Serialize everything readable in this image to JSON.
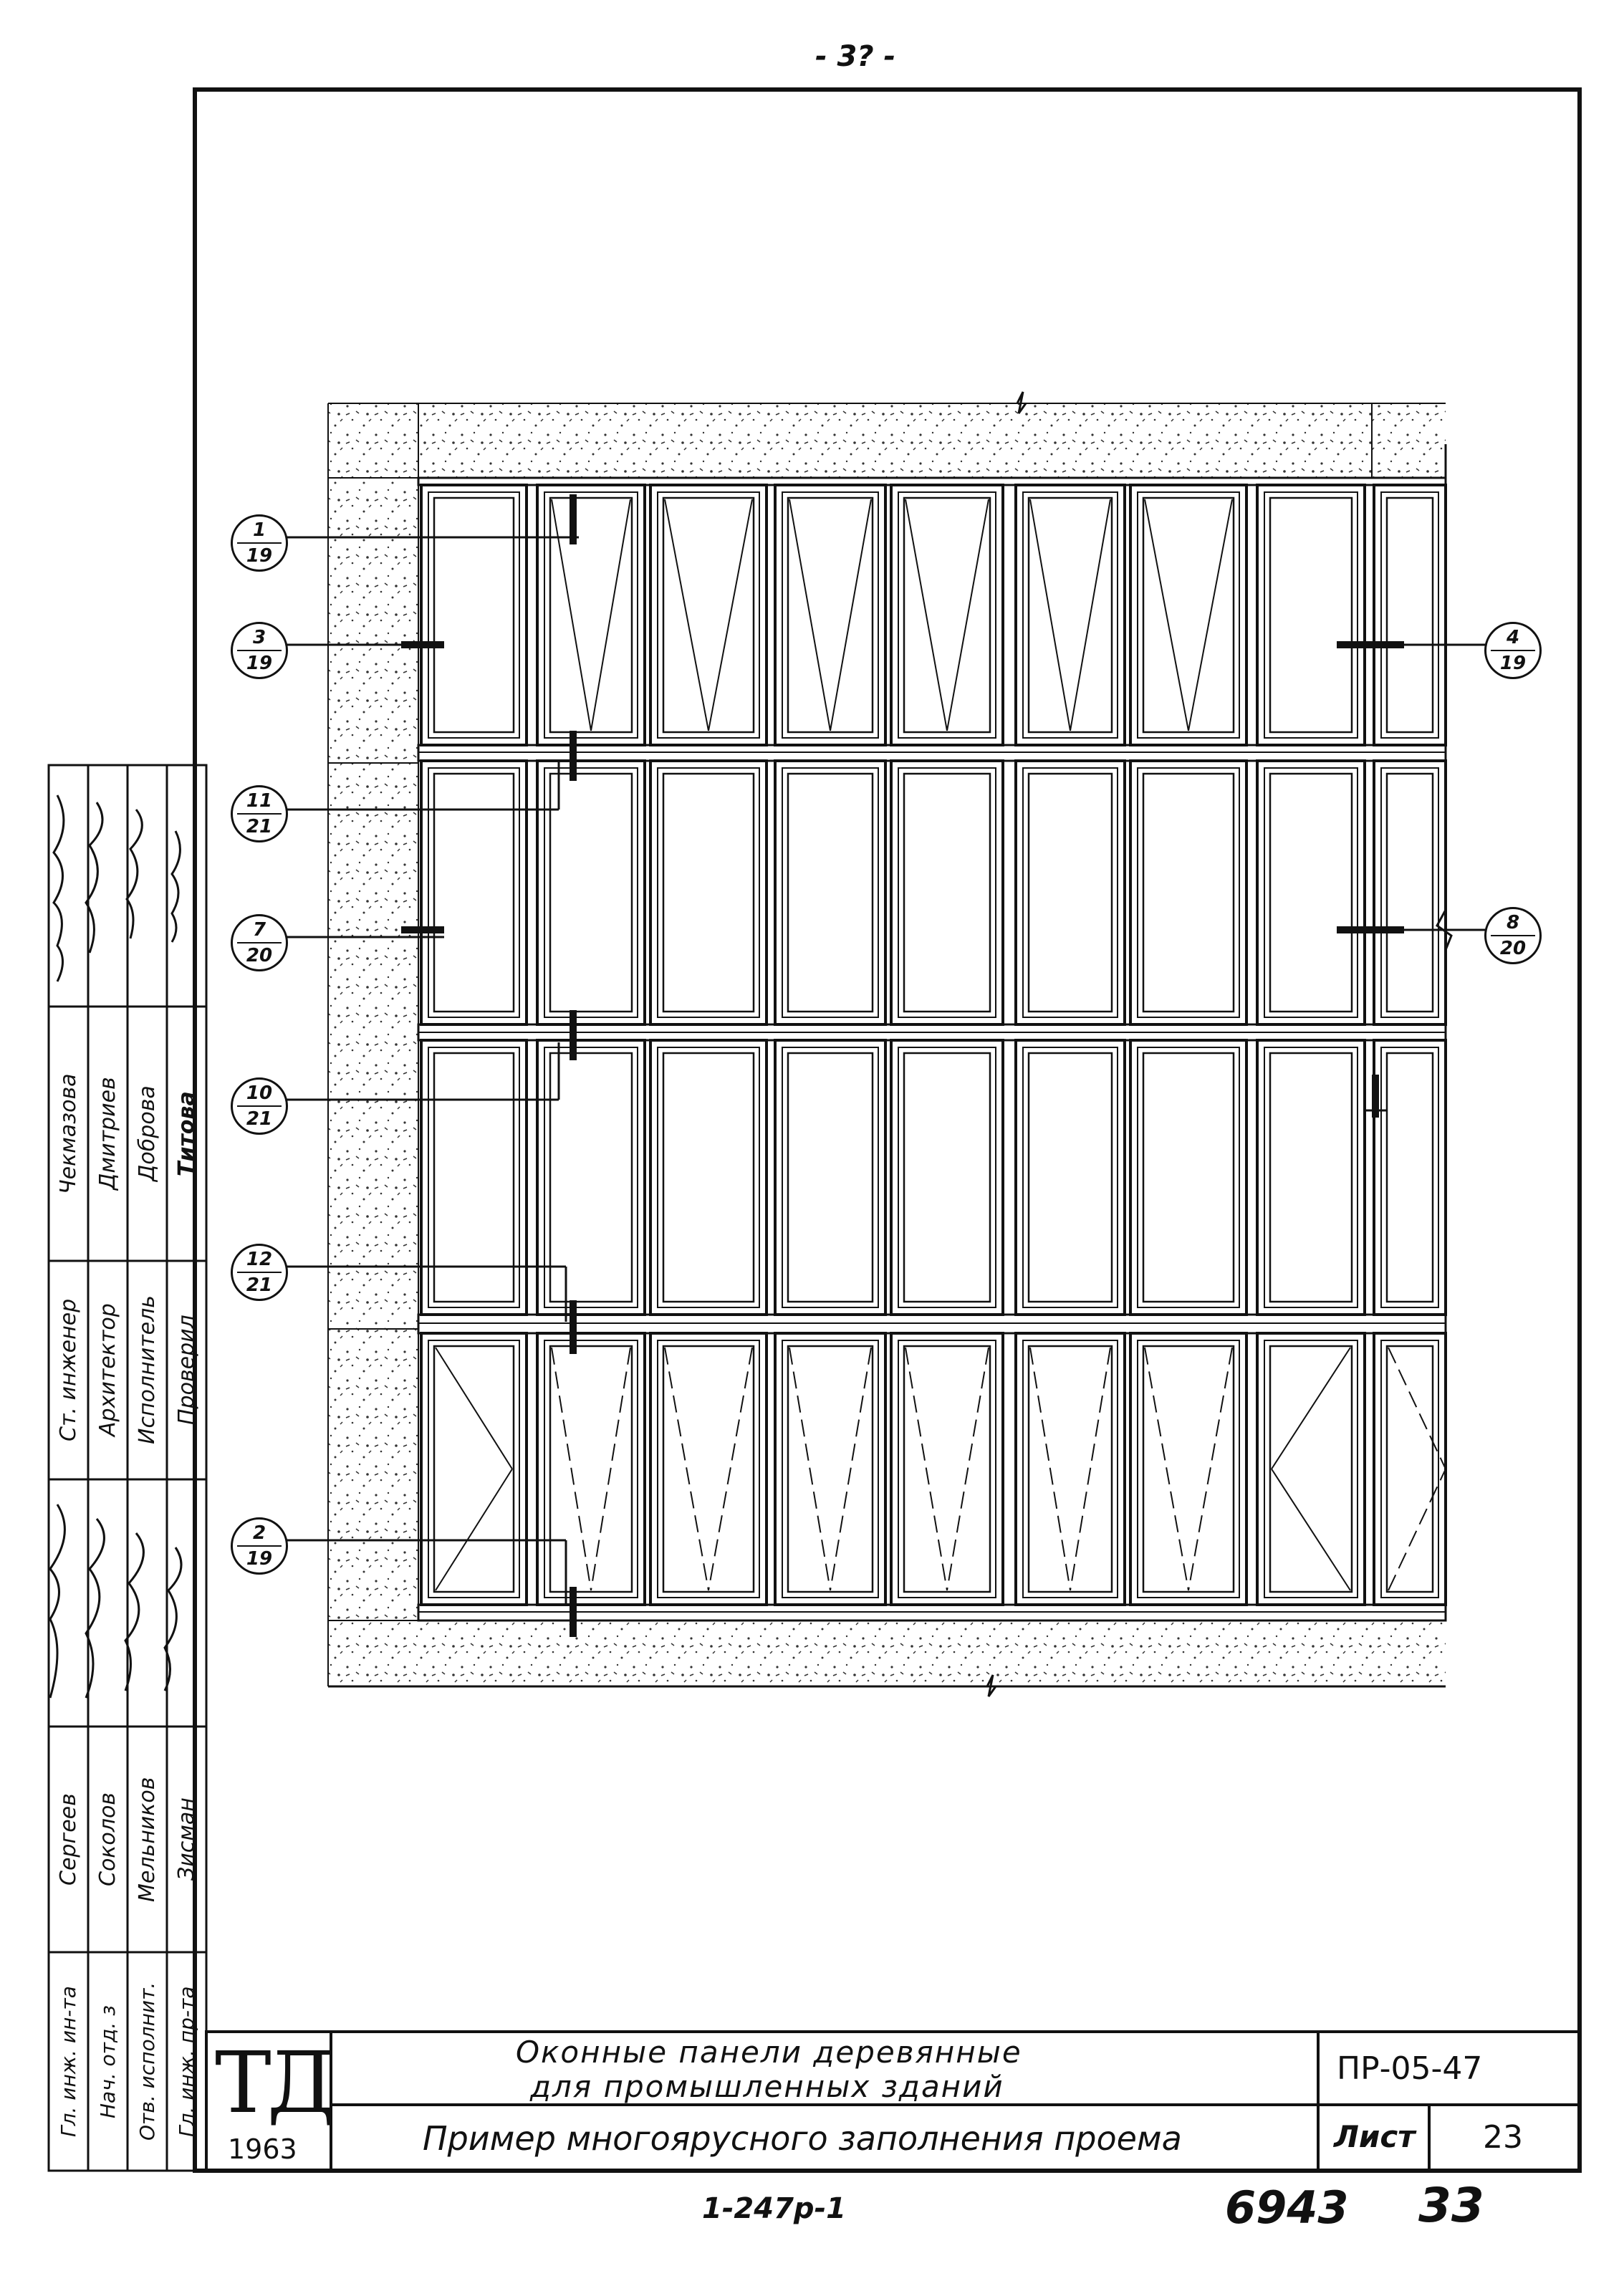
{
  "sheet": {
    "top_number": "- 3? -",
    "bottom_left_code": "1-247р-1",
    "bottom_right_number": "6943",
    "bottom_right_sheet": "33"
  },
  "title_block": {
    "logo": "ТД",
    "year": "1963",
    "title_line1": "Оконные панели деревянные",
    "title_line2": "для промышленных зданий",
    "subtitle": "Пример многоярусного заполнения проема",
    "code": "ПР-05-47",
    "sheet_label": "Лист",
    "sheet_number": "23"
  },
  "stamp_upper": {
    "roles": [
      "Ст. инженер",
      "Архитектор",
      "Исполнитель",
      "Проверил"
    ],
    "names": [
      "Чекмазова",
      "Дмитриев",
      "Доброва",
      "Титова"
    ]
  },
  "stamp_lower": {
    "roles": [
      "Гл. инж. ин-та",
      "Нач. отд. з",
      "Отв. исполнит.",
      "Гл. инж. пр-та"
    ],
    "names": [
      "Сергеев",
      "Соколов",
      "Мельников",
      "Зисман"
    ]
  },
  "callouts": [
    {
      "num": "1",
      "sheet": "19"
    },
    {
      "num": "3",
      "sheet": "19"
    },
    {
      "num": "11",
      "sheet": "21"
    },
    {
      "num": "7",
      "sheet": "20"
    },
    {
      "num": "10",
      "sheet": "21"
    },
    {
      "num": "12",
      "sheet": "21"
    },
    {
      "num": "2",
      "sheet": "19"
    },
    {
      "num": "4",
      "sheet": "19"
    },
    {
      "num": "8",
      "sheet": "20"
    }
  ]
}
